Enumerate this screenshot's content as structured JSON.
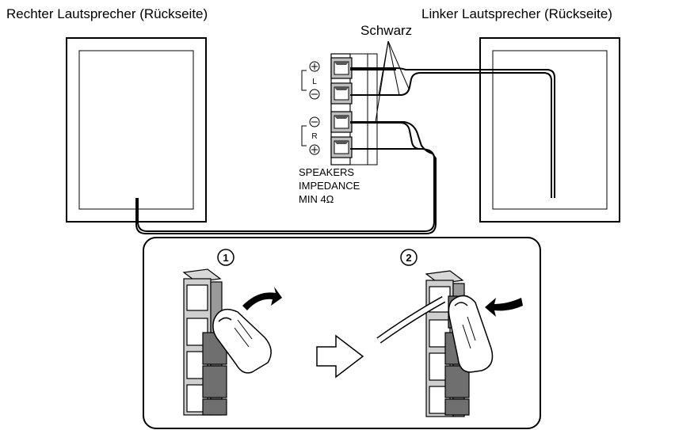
{
  "labels": {
    "right_speaker": "Rechter Lautsprecher (Rückseite)",
    "left_speaker": "Linker Lautsprecher (Rückseite)",
    "black": "Schwarz",
    "speakers": "SPEAKERS",
    "impedance": "IMPEDANCE",
    "min": "MIN 4Ω",
    "channel_l": "L",
    "channel_r": "R",
    "step1": "1",
    "step2": "2"
  },
  "colors": {
    "line": "#000000",
    "terminal_fill": "#bfbfbf",
    "terminal_dark": "#555555",
    "background": "#ffffff"
  },
  "icons": [
    "plus-icon",
    "minus-icon",
    "arrow-right-icon",
    "arrow-left-icon",
    "hollow-arrow-icon",
    "finger-icon"
  ]
}
